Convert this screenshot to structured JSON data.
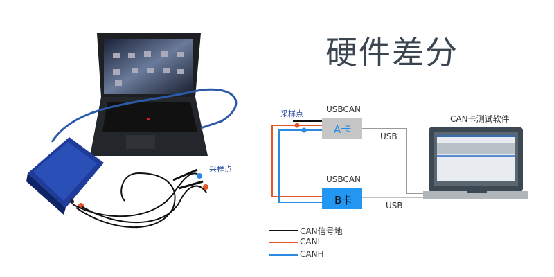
{
  "title": "硬件差分",
  "photo": {
    "sample_point": "采样点"
  },
  "diagram": {
    "sample_point": "采样点",
    "card_a": {
      "header": "USBCAN",
      "label": "A卡",
      "usb": "USB"
    },
    "card_b": {
      "header": "USBCAN",
      "label": "B卡",
      "usb": "USB"
    },
    "software": "CAN卡测试软件"
  },
  "legend": [
    {
      "label": "CAN信号地",
      "color": "#111111"
    },
    {
      "label": "CANL",
      "color": "#e8542a"
    },
    {
      "label": "CANH",
      "color": "#2a8ae0"
    }
  ],
  "colors": {
    "card_a": "#c6c6c6",
    "card_b": "#2196f3",
    "usb_line": "#9a9a9a",
    "laptop": "#3c4852"
  }
}
